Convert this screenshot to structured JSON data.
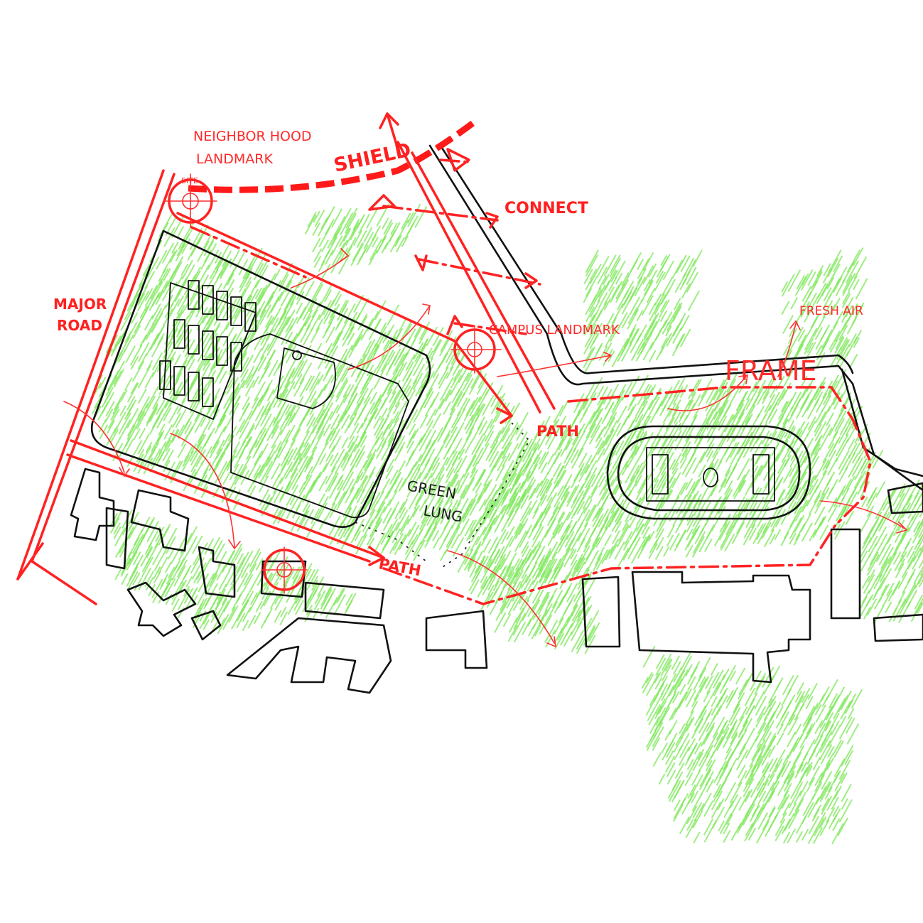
{
  "labels": {
    "neighborhood_landmark_1": "NEIGHBOR HOOD",
    "neighborhood_landmark_2": "LANDMARK",
    "site": "SITE",
    "shield": "SHIELD",
    "connect": "CONNECT",
    "major_road_1": "MAJOR",
    "major_road_2": "ROAD",
    "campus_landmark": "CAMPUS LANDMARK",
    "fresh_air": "FRESH AIR",
    "frame": "FRAME",
    "path_upper": "PATH",
    "path_lower": "PATH",
    "green_lung_1": "GREEN",
    "green_lung_2": "LUNG"
  },
  "colors": {
    "red_marker": "#ff2222",
    "green_pencil": "#7ee85a",
    "black_ink": "#111111",
    "paper": "#ffffff"
  }
}
